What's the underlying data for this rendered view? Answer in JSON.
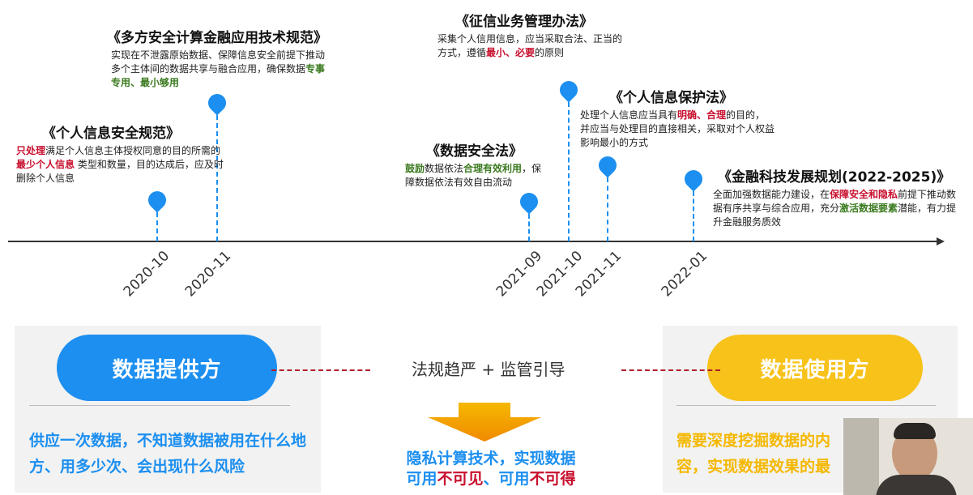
{
  "laws": [
    {
      "id": "pis",
      "title": "《个人信息安全规范》",
      "desc_parts": [
        {
          "t": "只处理",
          "c": "red"
        },
        {
          "t": "满足个人信息主体授权同意的目的所需的",
          "c": ""
        },
        {
          "t": "最少个人信息",
          "c": "red"
        },
        {
          "t": " 类型和数量，目的达成后，应及时删除个人信息",
          "c": ""
        }
      ],
      "date": "2020-10"
    },
    {
      "id": "mpc",
      "title": "《多方安全计算金融应用技术规范》",
      "desc_parts": [
        {
          "t": "实现在不泄露原始数据、保障信息安全前提下推动多个主体间的数据共享与融合应用，确保数据",
          "c": ""
        },
        {
          "t": "专事专用、最小够用",
          "c": "green"
        }
      ],
      "date": "2020-11"
    },
    {
      "id": "dsl",
      "title": "《数据安全法》",
      "desc_parts": [
        {
          "t": "鼓励",
          "c": "green"
        },
        {
          "t": "数据依法",
          "c": ""
        },
        {
          "t": "合理有效利用",
          "c": "green"
        },
        {
          "t": "，保障数据依法有效自由流动",
          "c": ""
        }
      ],
      "date": "2021-09"
    },
    {
      "id": "credit",
      "title": "《征信业务管理办法》",
      "desc_parts": [
        {
          "t": "采集个人信用信息，应当采取合法、正当的方式，遵循",
          "c": ""
        },
        {
          "t": "最小、必要",
          "c": "red"
        },
        {
          "t": "的原则",
          "c": ""
        }
      ],
      "date": "2021-10"
    },
    {
      "id": "pipl",
      "title": "《个人信息保护法》",
      "desc_parts": [
        {
          "t": "处理个人信息应当具有",
          "c": ""
        },
        {
          "t": "明确、合理",
          "c": "red"
        },
        {
          "t": "的目的，并应当与处理目的直接相关，采取对个人权益影响最小的方式",
          "c": ""
        }
      ],
      "date": "2021-11"
    },
    {
      "id": "fintech",
      "title": "《金融科技发展规划(2022-2025)》",
      "desc_parts": [
        {
          "t": "全面加强数据能力建设，在",
          "c": ""
        },
        {
          "t": "保障安全和隐私",
          "c": "red"
        },
        {
          "t": "前提下推动数据有序共享与综合应用，充分",
          "c": ""
        },
        {
          "t": "激活数据要素",
          "c": "green"
        },
        {
          "t": "潜能，有力提升金融服务质效",
          "c": ""
        }
      ],
      "date": "2022-01"
    }
  ],
  "bottom": {
    "provider_label": "数据提供方",
    "consumer_label": "数据使用方",
    "center_label": "法规趋严 + 监管引导",
    "provider_desc": "供应一次数据，不知道数据被用在什么地方、用多少次、会出现什么风险",
    "consumer_desc": "需要深度挖掘数据的内容，实现数据效果的最大化",
    "tech_line1": "隐私计算技术，实现数据",
    "tech_line2_a": "可用",
    "tech_line2_b": "不可见",
    "tech_line2_c": "、可用",
    "tech_line2_d": "不可得"
  },
  "colors": {
    "pin_blue": "#1c8ff0",
    "provider_blue": "#1c8ff0",
    "consumer_yellow": "#f7c21a",
    "arrow_yellow": "#f5b800",
    "red": "#c8102e",
    "green": "#3b7a1f"
  }
}
